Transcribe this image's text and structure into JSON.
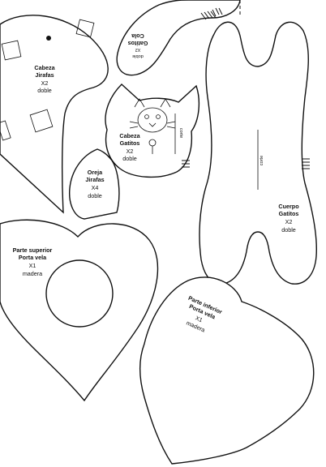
{
  "pieces": {
    "cabeza_jirafas": {
      "name": "Cabeza",
      "name2": "Jirafas",
      "qty": "X2",
      "fold": "doble"
    },
    "cola_gatitos": {
      "name": "Cola",
      "name2": "Gatitos",
      "qty": "X2",
      "fold": "doble"
    },
    "cabeza_gatitos": {
      "name": "Cabeza",
      "name2": "Gatitos",
      "qty": "X2",
      "fold": "doble",
      "cut": "corte"
    },
    "oreja_jirafas": {
      "name": "Oreja",
      "name2": "Jirafas",
      "qty": "X4",
      "fold": "doble"
    },
    "cuerpo_gatitos": {
      "name": "Cuerpo",
      "name2": "Gatitos",
      "qty": "X2",
      "fold": "doble",
      "cut": "corte"
    },
    "parte_superior": {
      "name": "Parte superior",
      "name2": "Porta vela",
      "qty": "X1",
      "material": "madera"
    },
    "parte_inferior": {
      "name": "Parte inferior",
      "name2": "Porta vela",
      "qty": "X1",
      "material": "madera"
    }
  }
}
